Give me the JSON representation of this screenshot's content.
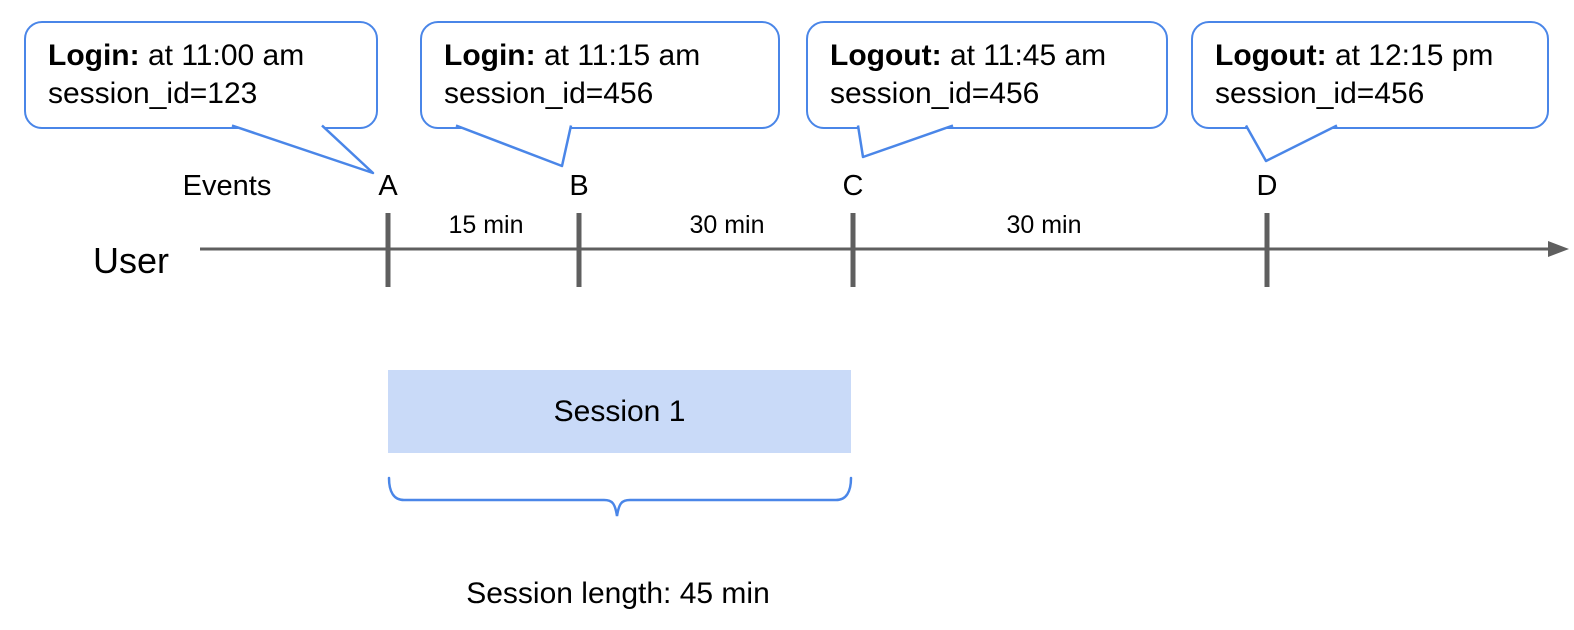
{
  "labels": {
    "events_axis": "Events",
    "user": "User",
    "session_box": "Session 1",
    "session_length": "Session length: 45 min"
  },
  "callouts": [
    {
      "event_type": "Login:",
      "time": "at 11:00 am",
      "session": "session_id=123",
      "points_to": "A"
    },
    {
      "event_type": "Login:",
      "time": "at 11:15 am",
      "session": "session_id=456",
      "points_to": "B"
    },
    {
      "event_type": "Logout:",
      "time": "at 11:45 am",
      "session": "session_id=456",
      "points_to": "C"
    },
    {
      "event_type": "Logout:",
      "time": "at 12:15 pm",
      "session": "session_id=456",
      "points_to": "D"
    }
  ],
  "events": [
    "A",
    "B",
    "C",
    "D"
  ],
  "intervals": [
    "15 min",
    "30 min",
    "30 min"
  ],
  "colors": {
    "accent_blue": "#4a86e8",
    "session_fill": "#c9daf8",
    "timeline_gray": "#5f5f5f",
    "text_black": "#000000"
  }
}
